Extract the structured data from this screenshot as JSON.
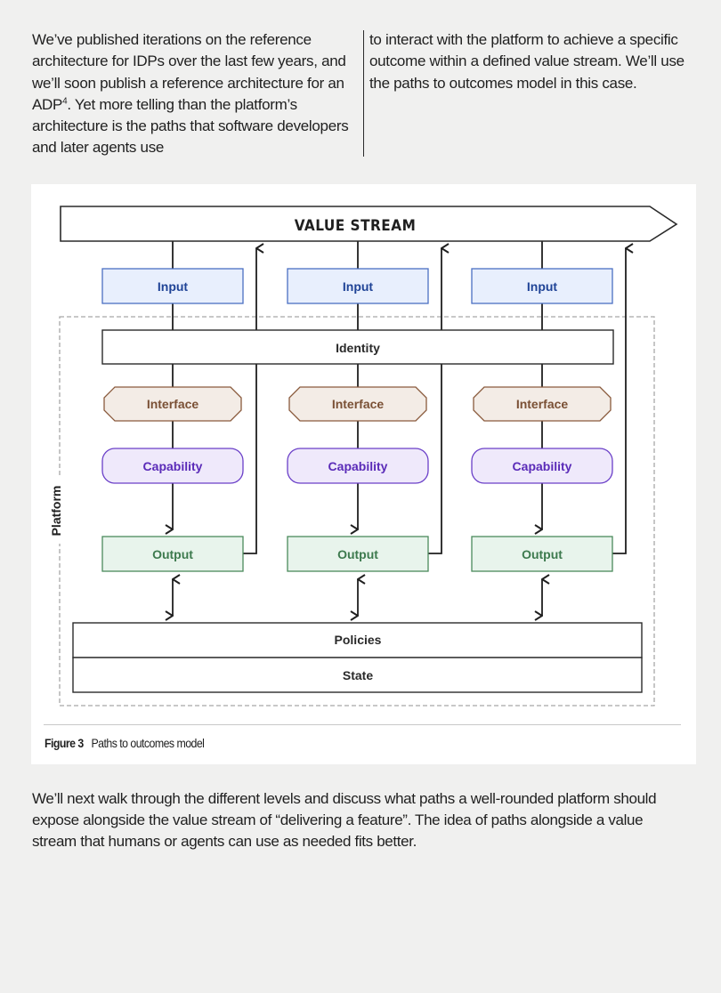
{
  "intro": {
    "left_column_before_sup": "We’ve published iterations on the reference architecture for IDPs over the last few years, and we’ll soon publish a reference architecture for an ADP",
    "footnote_marker": "4",
    "left_column_after_sup": ".  Yet more telling than the platform’s architecture is the paths that software developers and later agents use",
    "right_column": "to interact with the platform to achieve a specific outcome within a defined value stream. We’ll use the paths to outcomes model in this case."
  },
  "figure": {
    "value_stream_label": "VALUE STREAM",
    "platform_label": "Platform",
    "identity_label": "Identity",
    "policies_label": "Policies",
    "state_label": "State",
    "paths": [
      {
        "input": "Input",
        "interface": "Interface",
        "capability": "Capability",
        "output": "Output"
      },
      {
        "input": "Input",
        "interface": "Interface",
        "capability": "Capability",
        "output": "Output"
      },
      {
        "input": "Input",
        "interface": "Interface",
        "capability": "Capability",
        "output": "Output"
      }
    ],
    "colors": {
      "input_fill": "#e8effd",
      "input_stroke": "#4a6fc2",
      "input_text": "#1f4396",
      "interface_fill": "#f3ece6",
      "interface_stroke": "#8a5a3c",
      "interface_text": "#7a5035",
      "capability_fill": "#efe9fb",
      "capability_stroke": "#6a3fc8",
      "capability_text": "#5a2bb8",
      "output_fill": "#e8f4ec",
      "output_stroke": "#4a8a5c",
      "output_text": "#3d7a4e"
    },
    "caption_number": "Figure 3",
    "caption_text": "Paths to outcomes model"
  },
  "outro": {
    "paragraph": "We’ll next walk through the different levels and discuss what paths a well-rounded platform should expose alongside the value stream of “delivering a feature”.  The idea of paths alongside a value stream that humans or agents can use as needed fits better."
  }
}
